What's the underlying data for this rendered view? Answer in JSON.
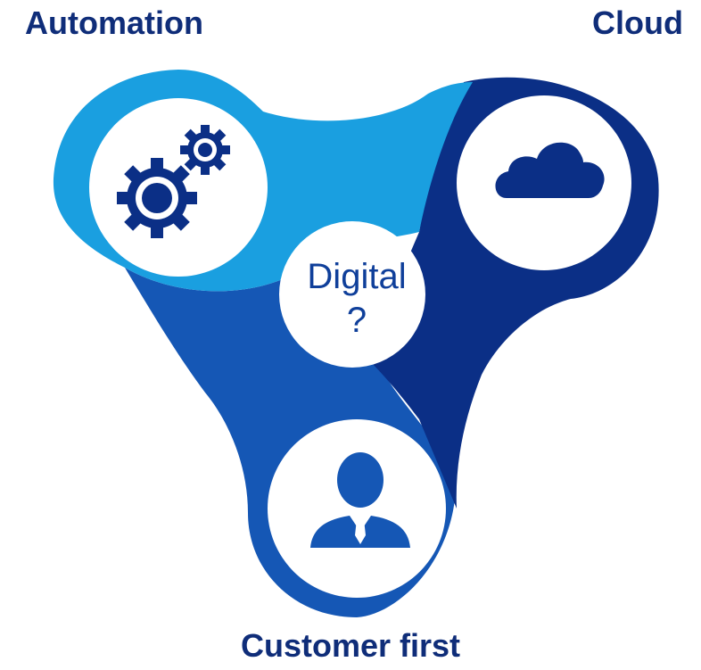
{
  "labels": {
    "automation": "Automation",
    "cloud": "Cloud",
    "customer_first": "Customer first"
  },
  "center": {
    "line1": "Digital",
    "line2": "?"
  },
  "icons": {
    "automation": "gears-icon",
    "cloud": "cloud-icon",
    "customer_first": "person-icon"
  },
  "colors": {
    "light_blue": "#1a9fe0",
    "dark_navy": "#0b2f86",
    "medium_blue": "#1557b5",
    "label_text": "#0f2d79"
  }
}
